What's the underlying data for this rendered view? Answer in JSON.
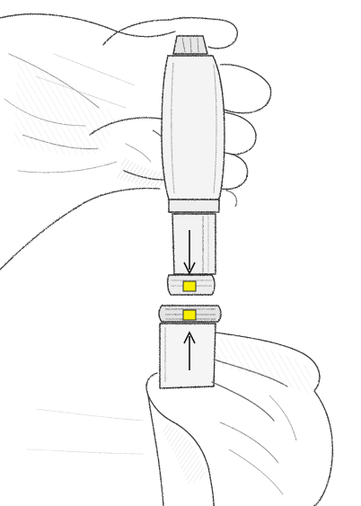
{
  "image": {
    "style": "pencil-sketch illustration",
    "background_color": "#ffffff",
    "stroke_color": "#3a3a3a",
    "shade_color": "#9a9a9a"
  },
  "markers": {
    "fill_color": "#f7ee00",
    "stroke_color": "#2a2a2a",
    "count": 2
  },
  "arrows": {
    "color": "#111111",
    "count": 2,
    "directions": [
      "down",
      "up"
    ]
  },
  "icons": {
    "top_arrow": "arrow-down-icon",
    "bottom_arrow": "arrow-up-icon"
  }
}
